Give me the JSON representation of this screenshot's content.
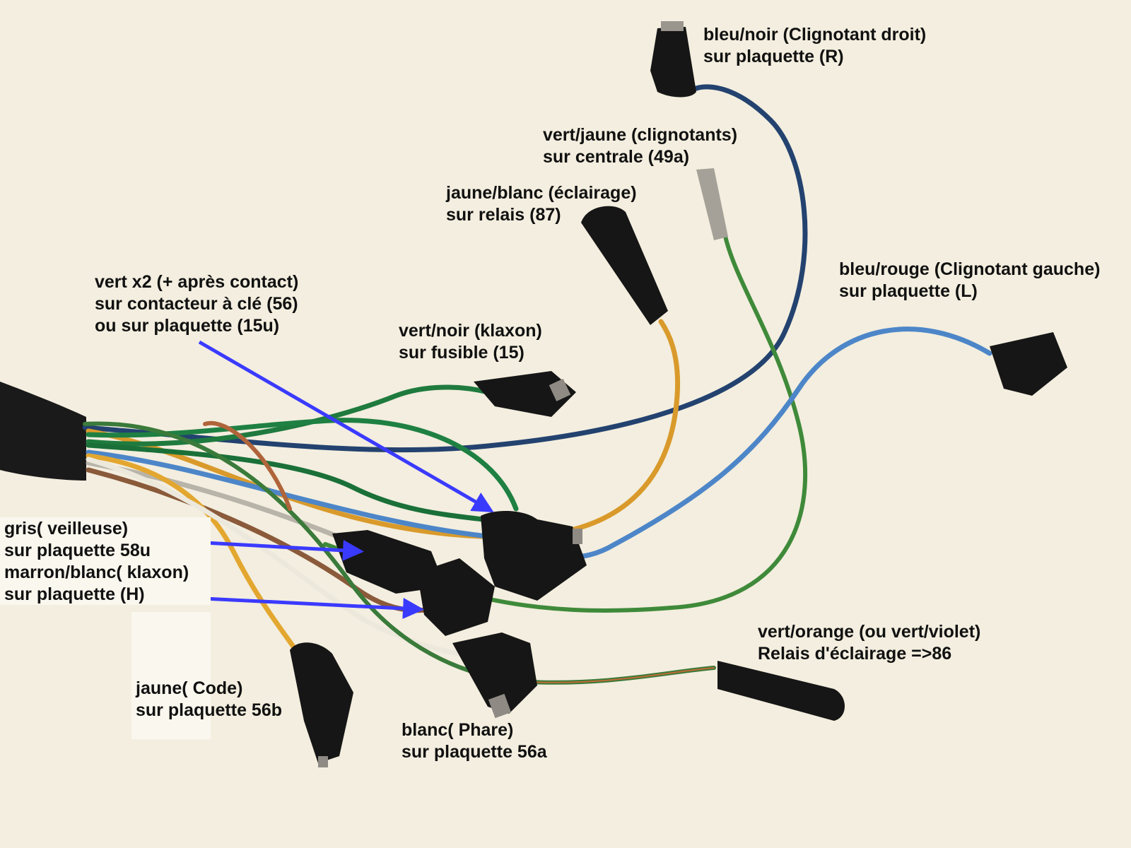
{
  "photo": {
    "background_color": "#f3eedf",
    "arrow_color": "#3a3aff",
    "subject": "wiring-harness-with-connectors"
  },
  "wires": [
    {
      "id": "bleu-noir",
      "color": "#2c4f86"
    },
    {
      "id": "vert-jaune",
      "color": "#3f8a3a"
    },
    {
      "id": "jaune-blanc",
      "color": "#d99a2b"
    },
    {
      "id": "vert-noir",
      "color": "#1f7a3e"
    },
    {
      "id": "bleu-rouge",
      "color": "#4d86c8"
    },
    {
      "id": "vert-x2",
      "color": "#1e8042"
    },
    {
      "id": "gris",
      "color": "#b9b4aa"
    },
    {
      "id": "marron-blanc",
      "color": "#8a5a3a"
    },
    {
      "id": "jaune",
      "color": "#e3a730"
    },
    {
      "id": "blanc",
      "color": "#ece8dc"
    },
    {
      "id": "vert-orange",
      "color": "#3a7a3a"
    }
  ],
  "labels": {
    "bleu_noir": {
      "line1": "bleu/noir (Clignotant droit)",
      "line2": "sur plaquette (R)"
    },
    "vert_jaune": {
      "line1": "vert/jaune (clignotants)",
      "line2": "sur centrale (49a)"
    },
    "jaune_blanc": {
      "line1": "jaune/blanc (éclairage)",
      "line2": "sur relais (87)"
    },
    "bleu_rouge": {
      "line1": "bleu/rouge (Clignotant gauche)",
      "line2": "sur plaquette (L)"
    },
    "vert_x2": {
      "line1": "vert x2 (+ après contact)",
      "line2": "sur contacteur à clé (56)",
      "line3": "ou sur plaquette (15u)"
    },
    "vert_noir": {
      "line1": "vert/noir (klaxon)",
      "line2": "sur fusible (15)"
    },
    "gris_marron": {
      "line1": "gris( veilleuse)",
      "line2": "sur plaquette 58u",
      "line3": "marron/blanc( klaxon)",
      "line4": "sur plaquette (H)"
    },
    "vert_orange": {
      "line1": "vert/orange (ou vert/violet)",
      "line2": "Relais d'éclairage =>86"
    },
    "jaune": {
      "line1": "jaune( Code)",
      "line2": "sur plaquette 56b"
    },
    "blanc": {
      "line1": "blanc( Phare)",
      "line2": "sur plaquette 56a"
    }
  }
}
